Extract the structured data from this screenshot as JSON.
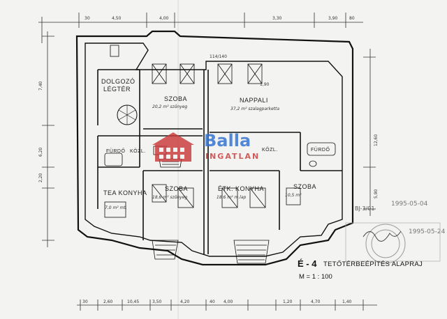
{
  "sheet": {
    "id": "É - 4",
    "title": "TETŐTÉRBEÉPÍTÉS ALAPRAJ",
    "scale": "M = 1 : 100"
  },
  "watermark": {
    "brand": "Balla",
    "subtitle": "INGATLAN"
  },
  "rooms": {
    "dolgozo": "DOLGOZÓ",
    "legter": "LÉGTÉR",
    "szoba_top": "SZOBA",
    "szoba_top_area": "20,2 m² szőnyeg",
    "nappali": "NAPPALI",
    "nappali_area": "37,2 m² szalagparketta",
    "furdo_left": "FÜRDŐ",
    "kozl_left": "KÖZL.",
    "teakonyha": "TEA KONYHA",
    "teakonyha_area": "7,0 m² mt.",
    "szoba_left": "SZOBA",
    "szoba_left_area": "18,6 m² szőnyeg",
    "etk_konyha": "ÉTK. KONYHA",
    "etk_area": "18,6 m² m.lap",
    "szoba_right": "SZOBA",
    "szoba_right_area": "10,5 m²",
    "kozl_right": "KÖZL.",
    "furdo_right": "FÜRDŐ"
  },
  "dimensions": {
    "top": [
      "30",
      "4,50",
      "4,00",
      "3,30",
      "3,90",
      "80"
    ],
    "bottom": [
      "30",
      "2,60",
      "10,45",
      "3,50",
      "4,20",
      "40",
      "4,00",
      "1,20",
      "4,70",
      "1,40"
    ],
    "left": [
      "7,40",
      "6,20",
      "2,20"
    ],
    "right": [
      "12,60",
      "5,90"
    ],
    "ridge": "114/140",
    "height": "1,90"
  },
  "stamps": {
    "date1": "1995-05-04",
    "date2": "1995-05-24",
    "ref": "BJ-3/01"
  }
}
